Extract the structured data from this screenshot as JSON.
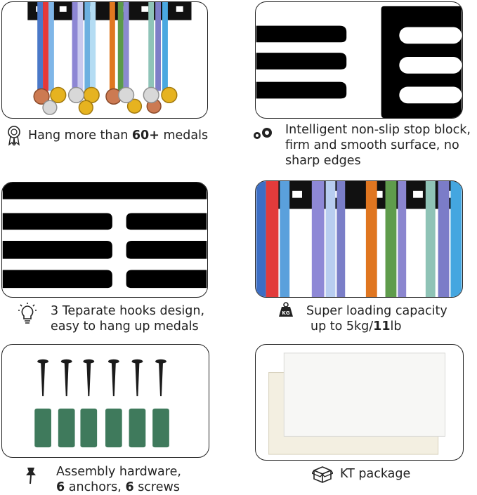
{
  "features": [
    {
      "id": "medals",
      "icon": "award-ribbon-icon",
      "lines": [
        [
          "Hang more than ",
          ""
        ],
        [
          "",
          "60+"
        ],
        [
          " medals",
          ""
        ]
      ]
    },
    {
      "id": "stop-block",
      "icon": "gears-icon",
      "lines": [
        "Intelligent non-slip stop block,",
        "firm and smooth surface, no",
        "sharp edges"
      ]
    },
    {
      "id": "hooks",
      "icon": "lightbulb-icon",
      "lines": [
        "3 Teparate hooks design,",
        "easy to hang up medals"
      ]
    },
    {
      "id": "capacity",
      "icon": "weight-kg-icon",
      "icon_text": "KG",
      "line1": "Super loading capacity",
      "line2_a": "up to 5kg/",
      "line2_b": "11",
      "line2_c": "lb"
    },
    {
      "id": "hardware",
      "icon": "pushpin-icon",
      "line1": "Assembly hardware,",
      "line2_a": "6",
      "line2_b": " anchors, ",
      "line2_c": "6",
      "line2_d": " screws"
    },
    {
      "id": "package",
      "icon": "box-icon",
      "line1": "KT package"
    }
  ],
  "medals_text": {
    "a": "Hang more than ",
    "b": "60+",
    "c": " medals"
  }
}
